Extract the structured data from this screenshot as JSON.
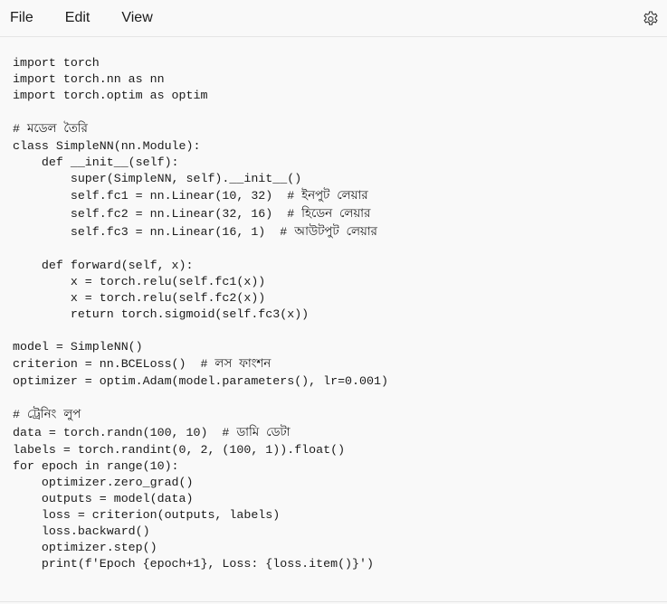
{
  "menu": {
    "file": "File",
    "edit": "Edit",
    "view": "View",
    "settings_icon": "gear-icon"
  },
  "editor": {
    "lines": [
      "import torch",
      "import torch.nn as nn",
      "import torch.optim as optim",
      "",
      "# মডেল তৈরি",
      "class SimpleNN(nn.Module):",
      "    def __init__(self):",
      "        super(SimpleNN, self).__init__()",
      "        self.fc1 = nn.Linear(10, 32)  # ইনপুট লেয়ার",
      "        self.fc2 = nn.Linear(32, 16)  # হিডেন লেয়ার",
      "        self.fc3 = nn.Linear(16, 1)  # আউটপুট লেয়ার",
      "",
      "    def forward(self, x):",
      "        x = torch.relu(self.fc1(x))",
      "        x = torch.relu(self.fc2(x))",
      "        return torch.sigmoid(self.fc3(x))",
      "",
      "model = SimpleNN()",
      "criterion = nn.BCELoss()  # লস ফাংশন",
      "optimizer = optim.Adam(model.parameters(), lr=0.001)",
      "",
      "# ট্রেনিং লুপ",
      "data = torch.randn(100, 10)  # ডামি ডেটা",
      "labels = torch.randint(0, 2, (100, 1)).float()",
      "for epoch in range(10):",
      "    optimizer.zero_grad()",
      "    outputs = model(data)",
      "    loss = criterion(outputs, labels)",
      "    loss.backward()",
      "    optimizer.step()",
      "    print(f'Epoch {epoch+1}, Loss: {loss.item()}')"
    ]
  }
}
